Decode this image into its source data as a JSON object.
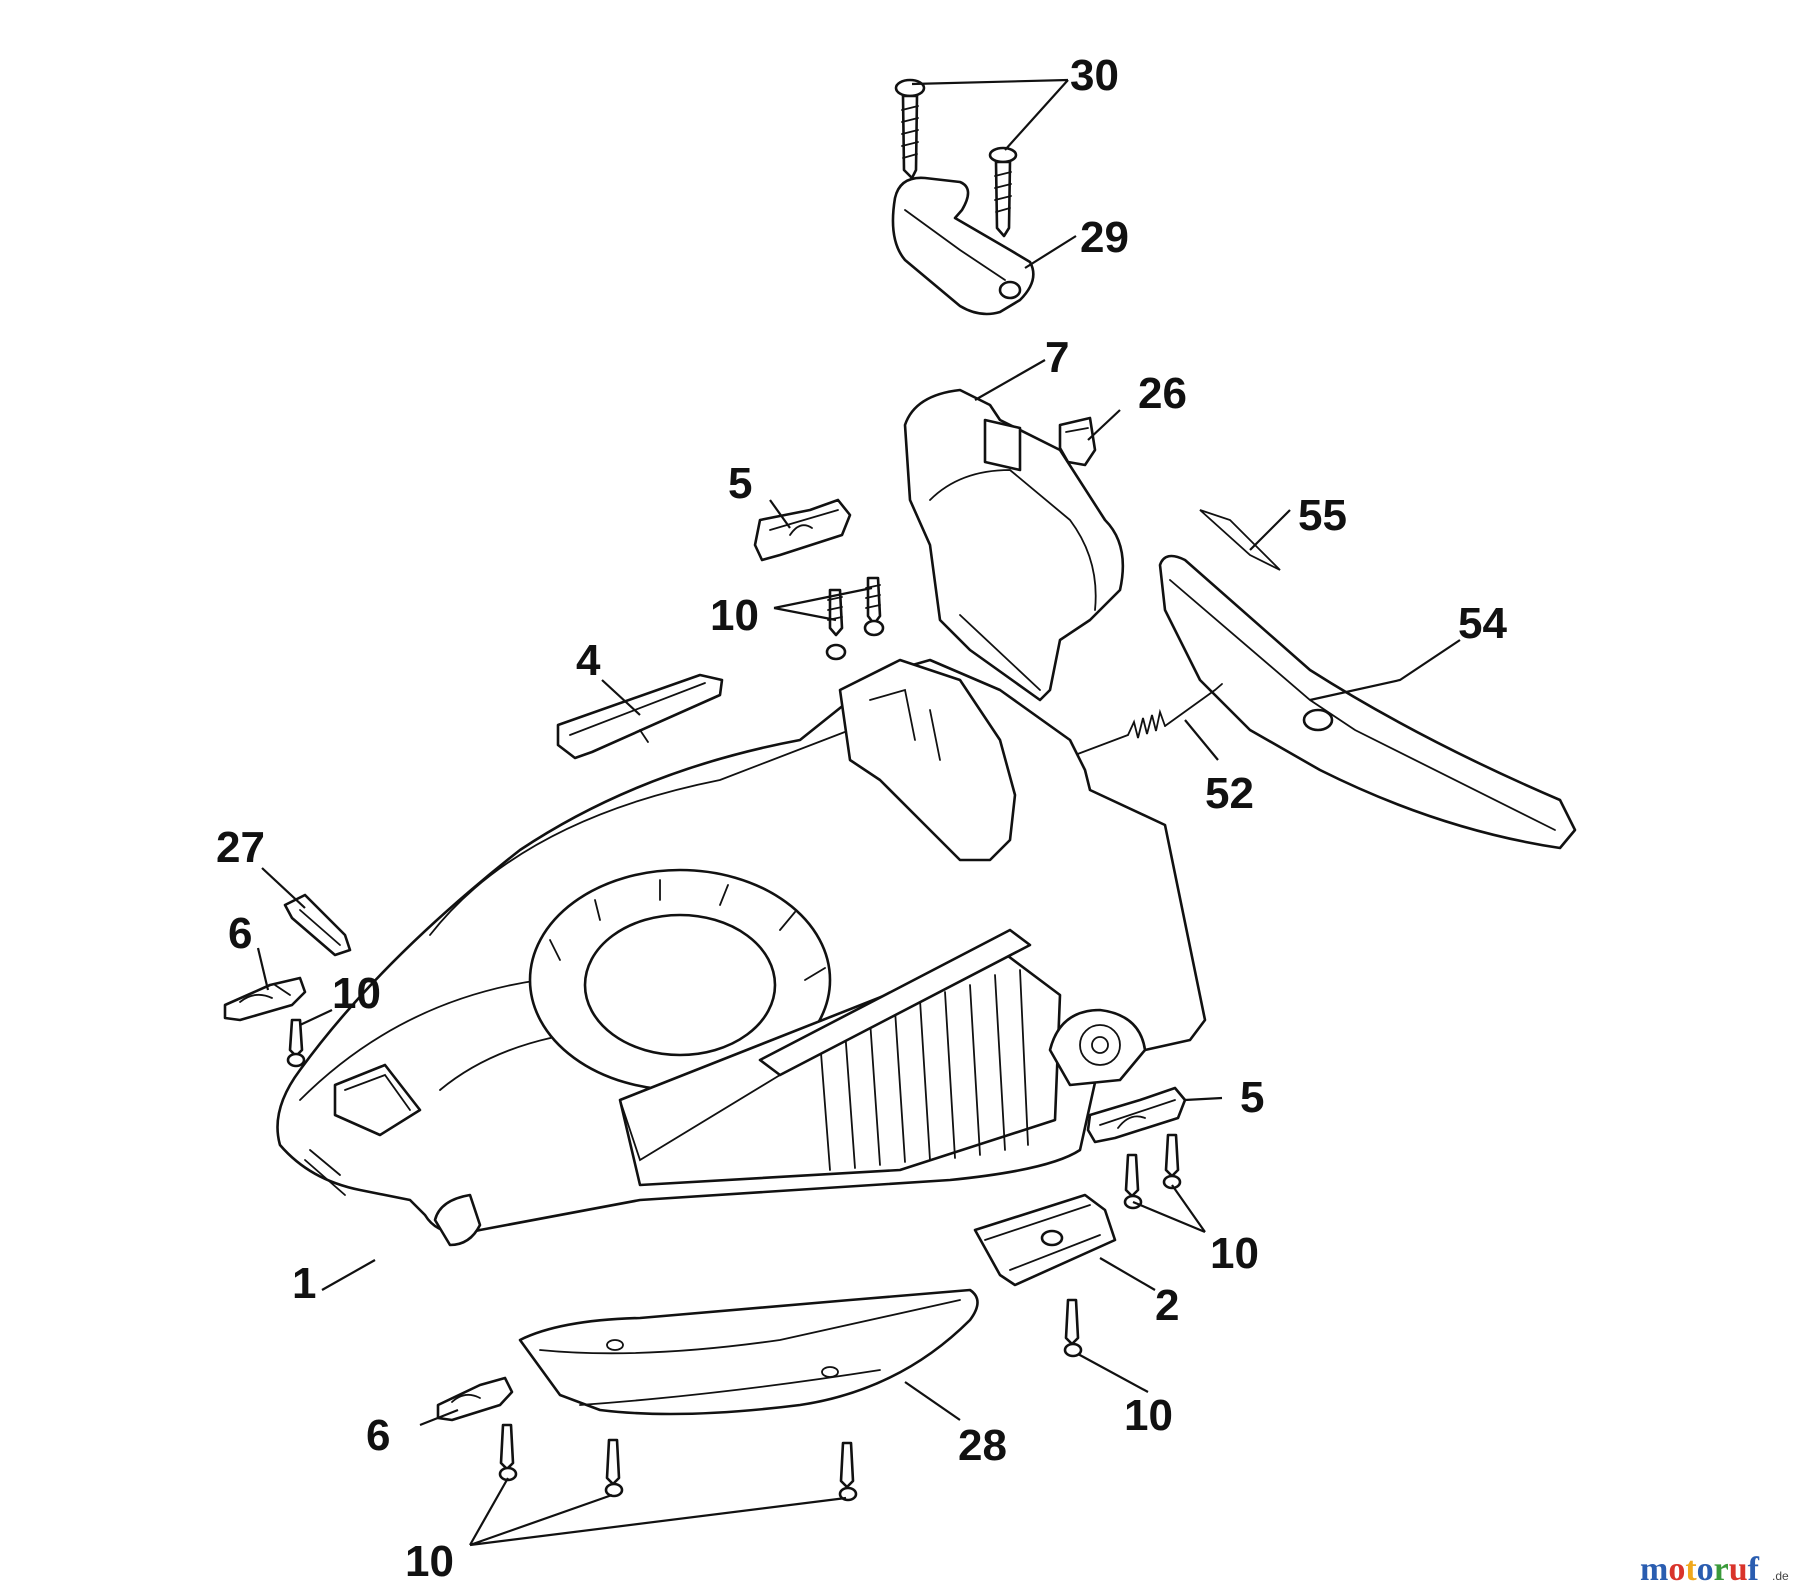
{
  "diagram": {
    "callouts": [
      {
        "id": "c30",
        "label": "30"
      },
      {
        "id": "c29",
        "label": "29"
      },
      {
        "id": "c7",
        "label": "7"
      },
      {
        "id": "c26",
        "label": "26"
      },
      {
        "id": "c5a",
        "label": "5"
      },
      {
        "id": "c55",
        "label": "55"
      },
      {
        "id": "c10a",
        "label": "10"
      },
      {
        "id": "c54",
        "label": "54"
      },
      {
        "id": "c4",
        "label": "4"
      },
      {
        "id": "c52",
        "label": "52"
      },
      {
        "id": "c27",
        "label": "27"
      },
      {
        "id": "c6a",
        "label": "6"
      },
      {
        "id": "c10b",
        "label": "10"
      },
      {
        "id": "c5b",
        "label": "5"
      },
      {
        "id": "c10c",
        "label": "10"
      },
      {
        "id": "c1",
        "label": "1"
      },
      {
        "id": "c2",
        "label": "2"
      },
      {
        "id": "c10d",
        "label": "10"
      },
      {
        "id": "c6b",
        "label": "6"
      },
      {
        "id": "c28",
        "label": "28"
      },
      {
        "id": "c10e",
        "label": "10"
      }
    ]
  },
  "watermark": {
    "letters": [
      "m",
      "o",
      "t",
      "o",
      "r",
      "u",
      "f"
    ],
    "colors": [
      "#2a5db0",
      "#d9342b",
      "#f0a81c",
      "#2a5db0",
      "#3a9a3a",
      "#d9342b",
      "#2a5db0"
    ],
    "suffix": ".de"
  }
}
